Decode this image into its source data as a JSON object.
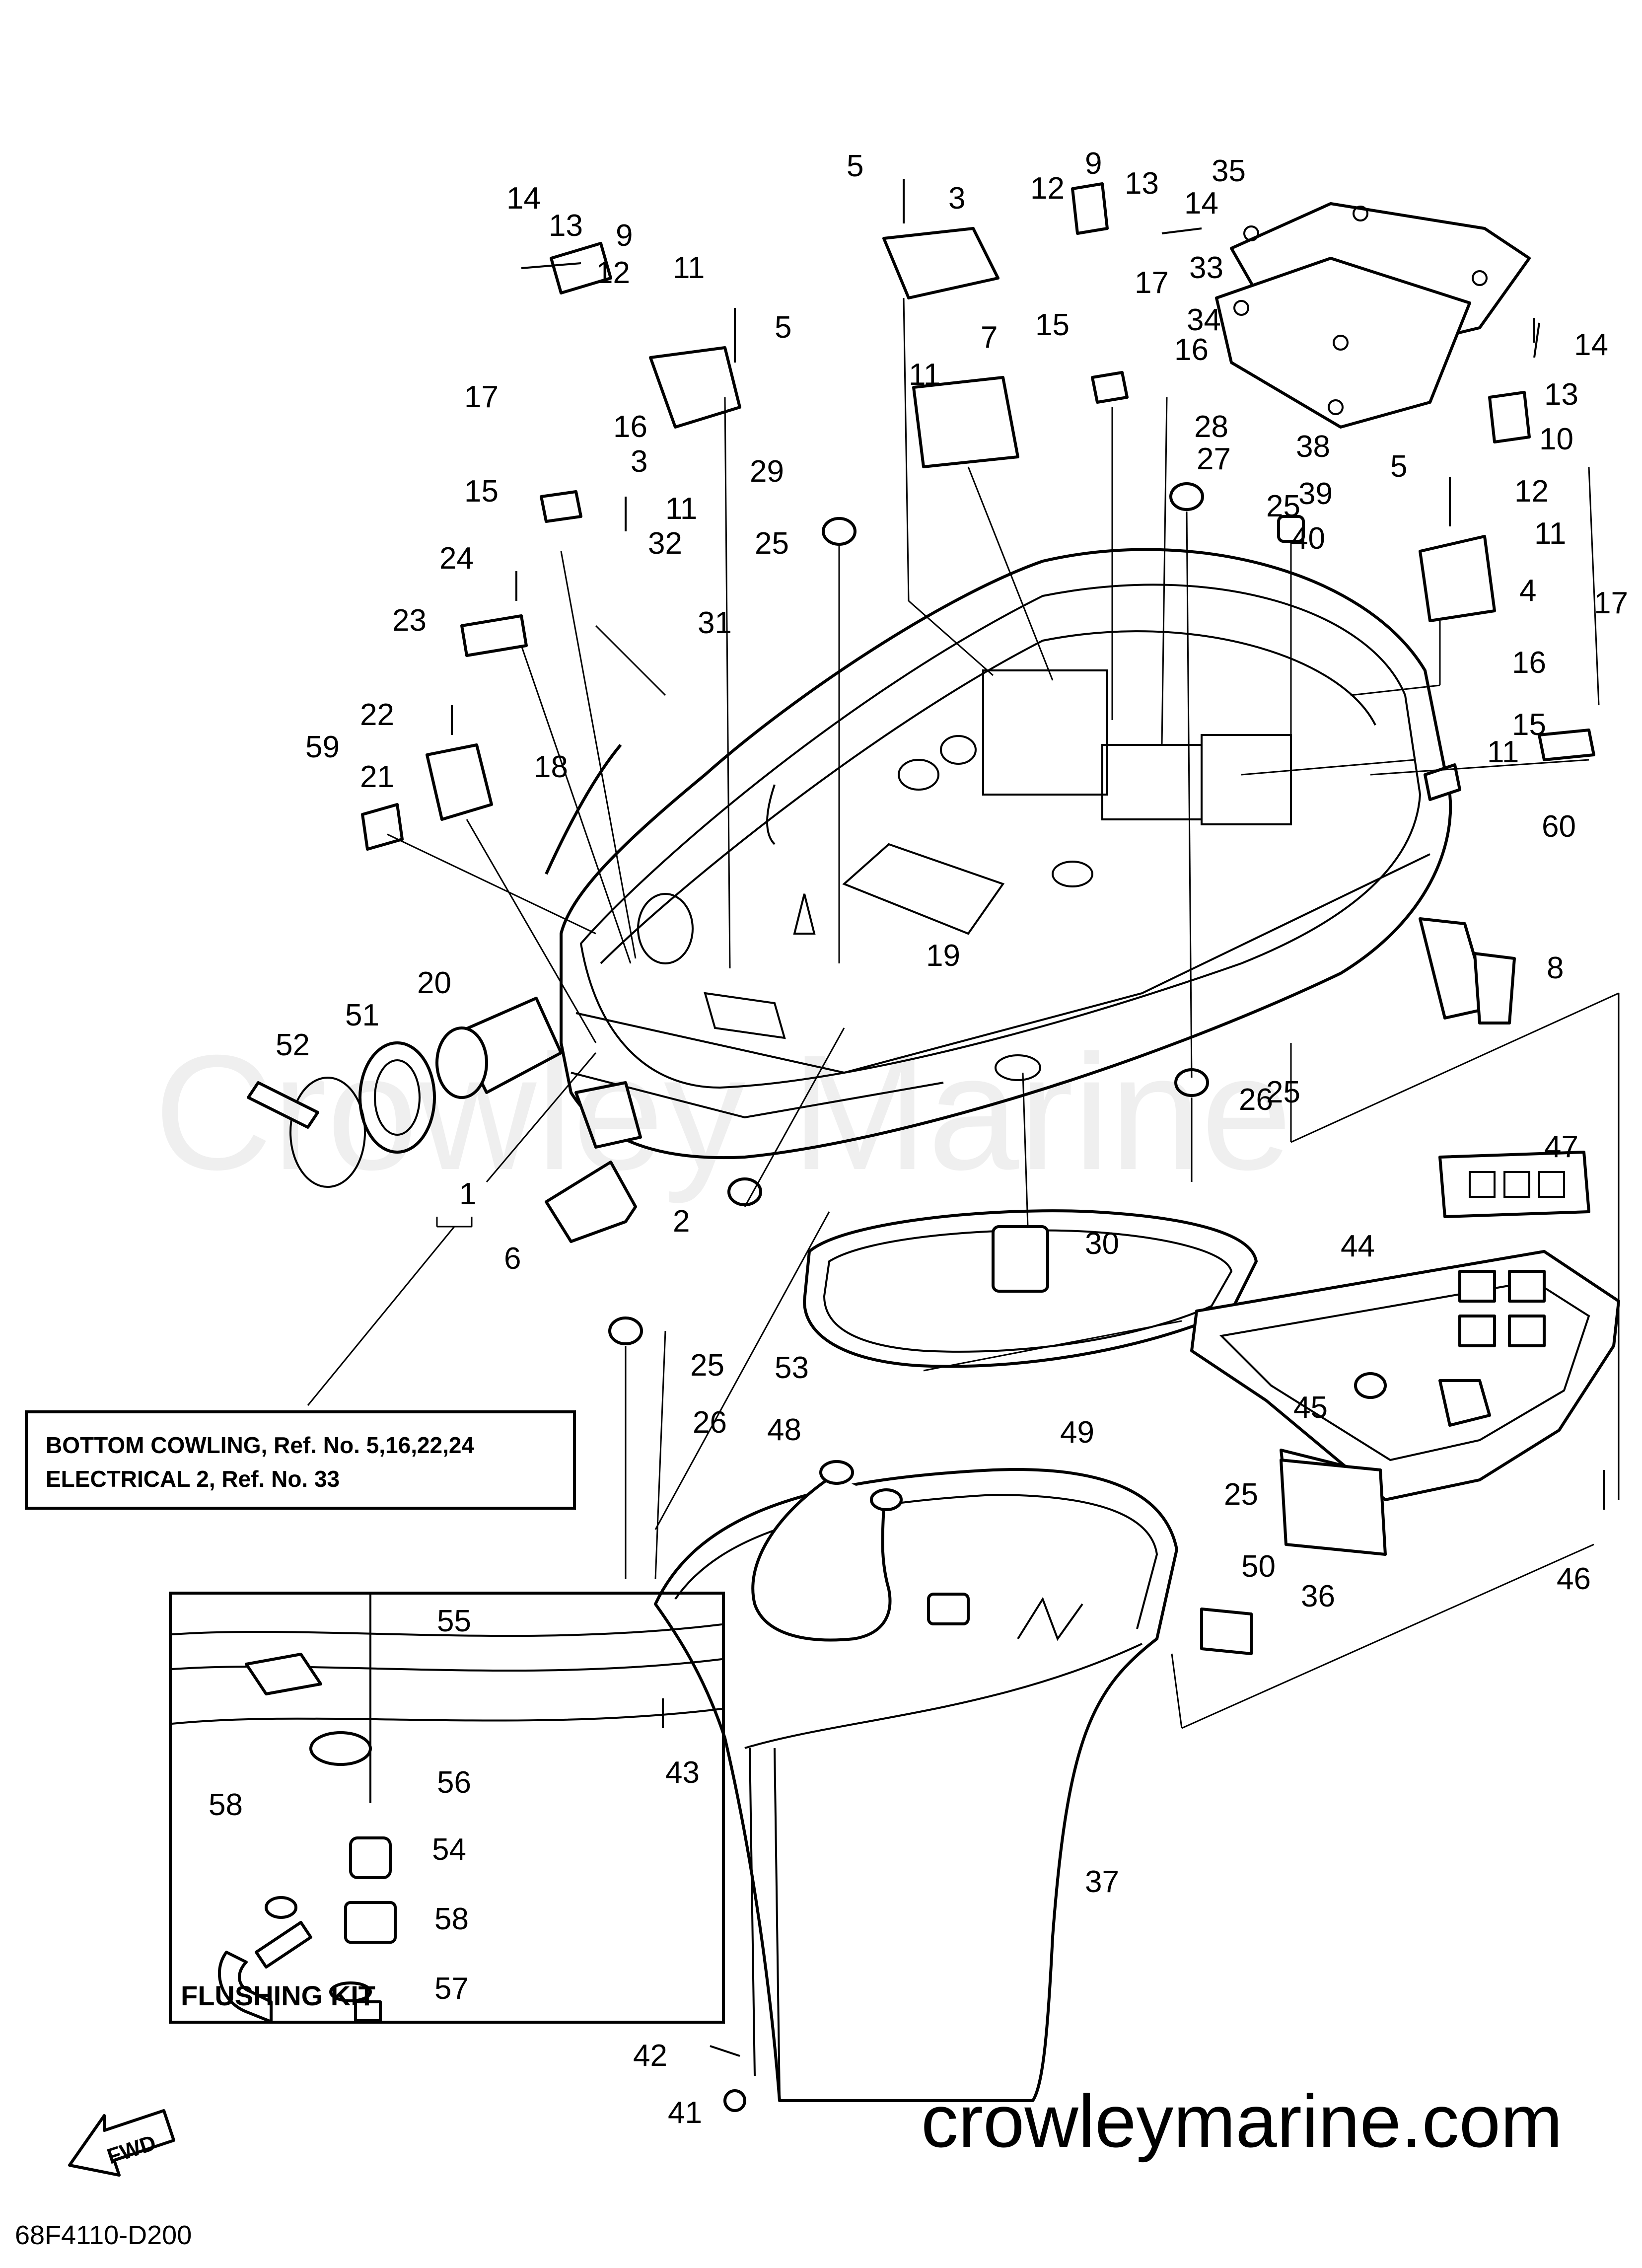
{
  "diagram": {
    "watermark": "Crowley Marine",
    "site": "crowleymarine.com",
    "code": "68F4110-D200",
    "fwd_label": "FWD",
    "reference_note": {
      "line1": "BOTTOM COWLING, Ref. No. 5,16,22,24",
      "line2": "ELECTRICAL 2,  Ref. No. 33"
    },
    "flushing_kit_title": "FLUSHING KIT",
    "callouts": [
      "1",
      "2",
      "3",
      "3",
      "4",
      "5",
      "5",
      "5",
      "6",
      "7",
      "8",
      "9",
      "9",
      "10",
      "11",
      "11",
      "11",
      "11",
      "11",
      "12",
      "12",
      "12",
      "13",
      "13",
      "13",
      "14",
      "14",
      "14",
      "15",
      "15",
      "15",
      "16",
      "16",
      "16",
      "17",
      "17",
      "17",
      "18",
      "19",
      "20",
      "21",
      "22",
      "23",
      "24",
      "25",
      "25",
      "25",
      "25",
      "25",
      "26",
      "26",
      "27",
      "28",
      "29",
      "30",
      "31",
      "32",
      "33",
      "34",
      "35",
      "36",
      "37",
      "38",
      "39",
      "40",
      "41",
      "42",
      "43",
      "44",
      "45",
      "46",
      "47",
      "48",
      "49",
      "50",
      "51",
      "52",
      "53",
      "54",
      "55",
      "56",
      "57",
      "58",
      "58",
      "59",
      "60"
    ]
  }
}
